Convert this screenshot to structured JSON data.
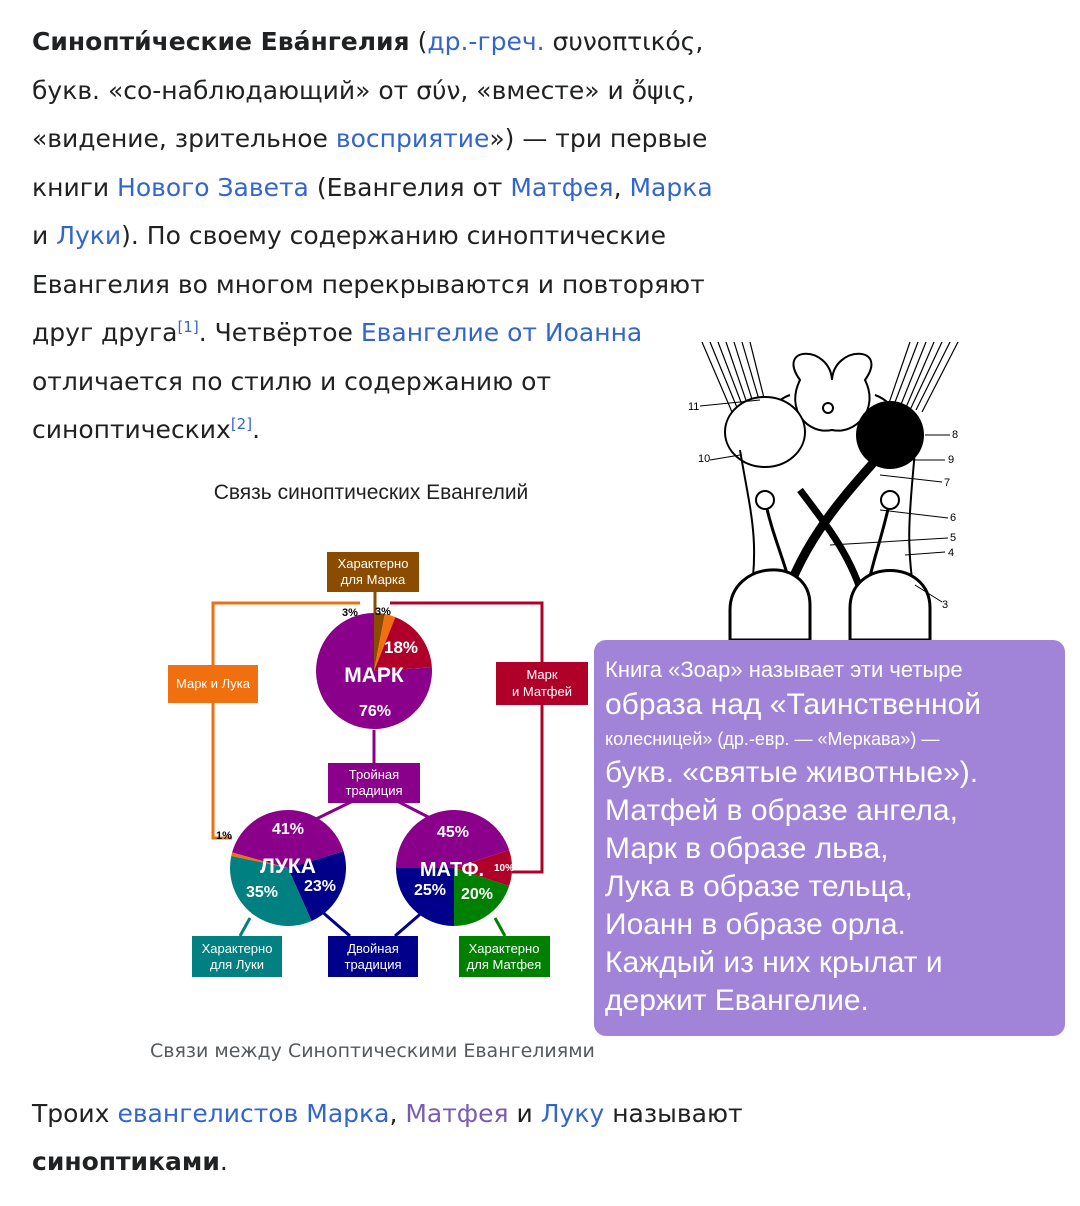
{
  "intro": {
    "term": "Синопти́ческие Ева́нгелия",
    "p1": " (",
    "lang_link": "др.-греч.",
    "p2": " συνοπτικός, букв. «со-наблюдающий» от σύν, «вместе» и ὄψις, «видение, зрительное ",
    "perception_link": "восприятие",
    "p3": "») — три первые книги ",
    "nt_link": "Нового Завета",
    "p4": " (Евангелия от ",
    "matthew_link": "Матфея",
    "p5": ", ",
    "mark_link": "Марка",
    "p6": " и ",
    "luke_link": "Луки",
    "p7": "). По своему содержанию синоптические Евангелия во многом перекрываются и повторяют друг друга",
    "ref1": "[1]",
    "p8": ". Четвёртое ",
    "john_link": "Евангелие от Иоанна",
    "p9": " отличается по стилю и содержанию от синоптических",
    "ref2": "[2]",
    "p10": "."
  },
  "figure": {
    "title": "Связь синоптических Евангелий",
    "caption": "Связи между Синоптическими Евангелиями"
  },
  "chart_data": {
    "type": "diagram",
    "title": "Связь синоптических Евангелий",
    "nodes": [
      {
        "name": "МАРК",
        "slices": [
          {
            "label": "76%",
            "value": 76,
            "color": "#8b008b"
          },
          {
            "label": "18%",
            "value": 18,
            "color": "#b0002a"
          },
          {
            "label": "3%",
            "value": 3,
            "color": "#8b4c00"
          },
          {
            "label": "3%",
            "value": 3,
            "color": "#f07010"
          }
        ]
      },
      {
        "name": "ЛУКА",
        "slices": [
          {
            "label": "41%",
            "value": 41,
            "color": "#8b008b"
          },
          {
            "label": "35%",
            "value": 35,
            "color": "#008080"
          },
          {
            "label": "23%",
            "value": 23,
            "color": "#00008b"
          },
          {
            "label": "1%",
            "value": 1,
            "color": "#f07010"
          }
        ]
      },
      {
        "name": "МАТФ.",
        "slices": [
          {
            "label": "45%",
            "value": 45,
            "color": "#8b008b"
          },
          {
            "label": "25%",
            "value": 25,
            "color": "#00008b"
          },
          {
            "label": "20%",
            "value": 20,
            "color": "#008000"
          },
          {
            "label": "10%",
            "value": 10,
            "color": "#b0002a"
          }
        ]
      }
    ],
    "boxes": [
      {
        "label": "Характерно для Марка",
        "color": "#8b4c00"
      },
      {
        "label": "Марк и Лука",
        "color": "#f07010"
      },
      {
        "label": "Марк и Матфей",
        "color": "#b0002a"
      },
      {
        "label": "Тройная традиция",
        "color": "#8b008b"
      },
      {
        "label": "Характерно для Луки",
        "color": "#008080"
      },
      {
        "label": "Двойная традиция",
        "color": "#00008b"
      },
      {
        "label": "Характерно для Матфея",
        "color": "#008000"
      }
    ]
  },
  "anatomy": {
    "labels": [
      "11",
      "10",
      "8",
      "9",
      "7",
      "6",
      "5",
      "4",
      "3"
    ]
  },
  "zohar": {
    "line1": "Книга «Зоар» называет эти четыре",
    "line2": "образа над «Таинственной",
    "line3": "колесницей» (др.-евр. — «Меркава») —",
    "line4": "букв. «святые животные»).",
    "line5": "Матфей в образе ангела,",
    "line6": "Марк в образе льва,",
    "line7": "Лука в образе тельца,",
    "line8": "Иоанн в образе орла.",
    "line9": "Каждый из них крылат и",
    "line10": "держит Евангелие."
  },
  "outro": {
    "p1": "Троих ",
    "evangelists_link": "евангелистов",
    "p2": " ",
    "mark_link": "Марка",
    "p3": ", ",
    "matthew_link": "Матфея",
    "p4": " и ",
    "luke_link": "Луку",
    "p5": " называют ",
    "term": "синоптиками",
    "p6": "."
  }
}
